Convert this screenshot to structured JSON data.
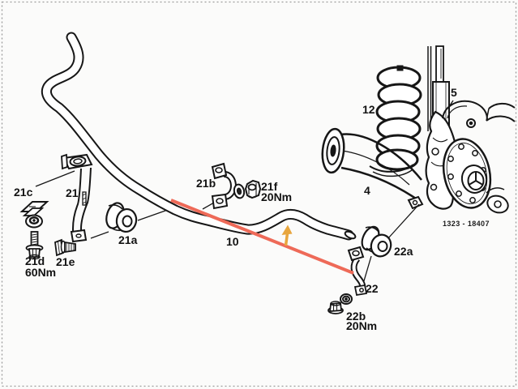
{
  "window": {
    "background": "#fbfbfa",
    "border_color": "#9c9c9c"
  },
  "diagram": {
    "number": "1323 - 18407",
    "labels": {
      "21c": "21c",
      "21": "21",
      "21a": "21a",
      "21b": "21b",
      "21d": "21d",
      "21e": "21e",
      "21f": "21f",
      "10": "10",
      "12": "12",
      "5": "5",
      "4": "4",
      "22": "22",
      "22a": "22a",
      "22b": "22b"
    },
    "torques": {
      "21d": "60Nm",
      "21f": "20Nm",
      "22b": "20Nm"
    },
    "annotations": {
      "highlight_color": "#ee6a58",
      "arrow_color": "#e8a63e",
      "ink_color": "#161616"
    }
  }
}
